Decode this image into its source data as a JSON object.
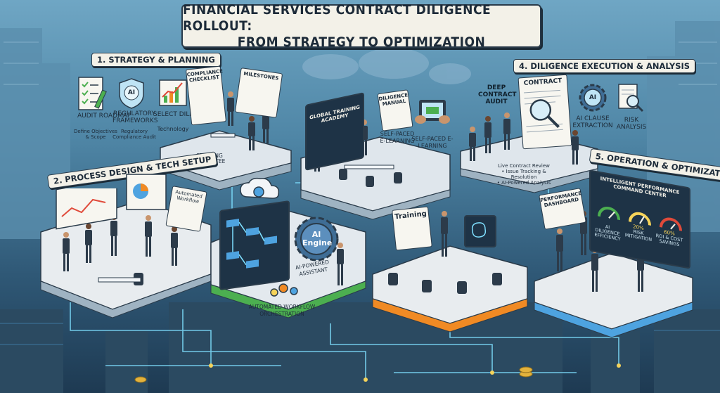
{
  "title": {
    "line1": "FINANCIAL SERVICES CONTRACT DILIGENCE ROLLOUT:",
    "line2": "FROM STRATEGY TO OPTIMIZATION"
  },
  "phases": {
    "p1": {
      "label": "1. STRATEGY & PLANNING",
      "audit_roadmap": "AUDIT ROADMAP",
      "define_objectives": "Define Objectives & Scope",
      "regulatory_frameworks": "REGULATORY FRAMEWORKS",
      "regulatory_audit": "Regulatory Compliance Audit",
      "select_diligence": "SELECT DILIGENCE",
      "technology": "Technology",
      "compliance_checklist": "COMPLIANCE CHECKLIST",
      "milestones": "MILESTONES",
      "steering_committee": "STEERING COMMITTEE",
      "ai_badge": "AI"
    },
    "p2": {
      "label": "2. PROCESS DESIGN & TECH SETUP",
      "automated_workflow": "Automated Workflow",
      "ai_engine": "AI Engine",
      "ai_powered_assistant": "AI-POWERED ASSISTANT",
      "automated_orchestration": "AUTOMATED WORKFLOW ORCHESTRATION"
    },
    "p3": {
      "global_training_academy": "GLOBAL TRAINING ACADEMY",
      "diligence_manual": "DILIGENCE MANUAL",
      "self_paced_1": "SELF-PACED E-LEARNING",
      "self_paced_2": "SELF-PACED E-LEARNING",
      "training": "Training"
    },
    "p4": {
      "label": "4. DILIGENCE EXECUTION & ANALYSIS",
      "deep_contract_audit": "DEEP CONTRACT AUDIT",
      "contract": "CONTRACT",
      "ai_clause_extraction": "AI CLAUSE EXTRACTION",
      "risk_analysis": "RISK ANALYSIS",
      "live_review": "Live Contract Review",
      "issue_tracking": "• Issue Tracking & Resolution",
      "ai_analysis": "• AI-Powered Analysis",
      "ai_badge": "AI"
    },
    "p5": {
      "label": "5. OPERATION & OPTIMIZATION",
      "command_center": "INTELLIGENT PERFORMANCE COMMAND CENTER",
      "performance_dashboard": "PERFORMANCE DASHBOARD",
      "gauge1": "AI DILIGENCE EFFICIENCY",
      "gauge2": "RISK MITIGATION",
      "gauge2_value": "20%",
      "gauge3": "ROI & COST SAVINGS",
      "gauge3_value": "60%"
    }
  },
  "colors": {
    "platform_green": "#4caf50",
    "platform_orange": "#f08a24",
    "platform_blue": "#4ea3e0",
    "circuit": "#7fe0ff"
  }
}
